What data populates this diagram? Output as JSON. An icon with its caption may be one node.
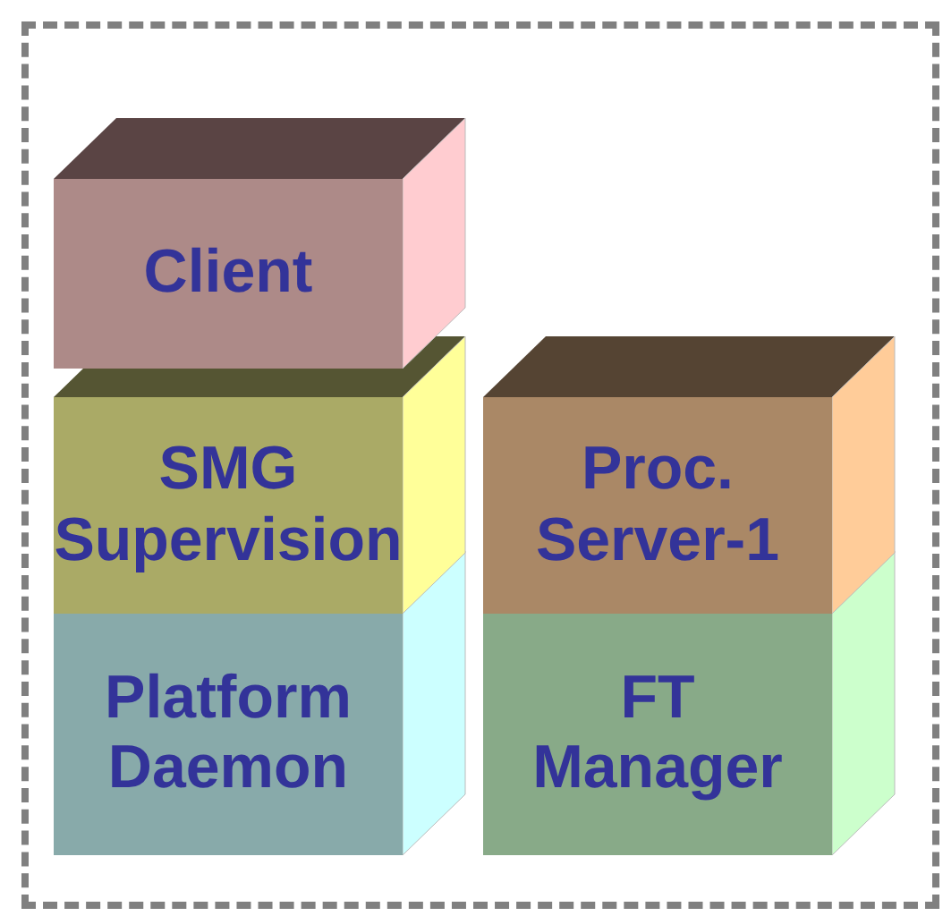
{
  "diagram": {
    "nodes": [
      {
        "text": [],
        "shape": "box"
      },
      {
        "text": [
          "Client"
        ],
        "in": 0
      },
      {
        "text": [
          "SMG Supervision"
        ],
        "in": 0
      },
      {
        "text": [
          "Platform Daemon"
        ],
        "in": 0
      },
      {
        "text": [
          "Proc. Server-1"
        ],
        "in": 0
      },
      {
        "text": [
          "FT Manager"
        ],
        "in": 0
      }
    ]
  }
}
